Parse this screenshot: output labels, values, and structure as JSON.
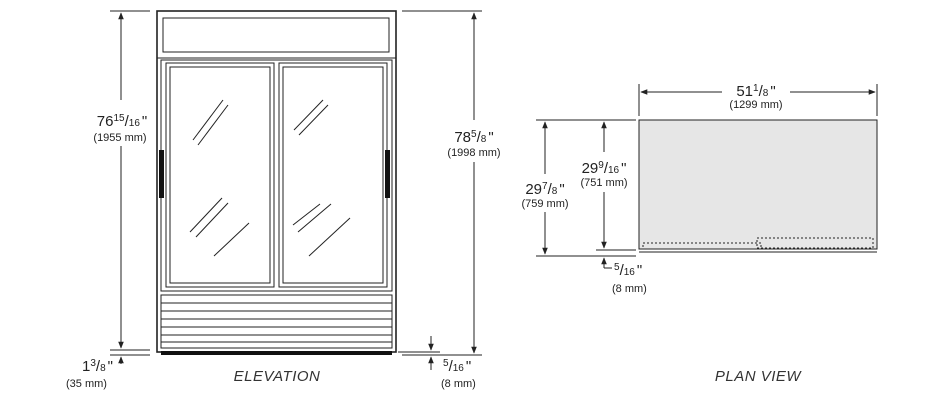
{
  "elevation": {
    "caption": "ELEVATION",
    "height_inner": {
      "whole": "76",
      "num": "15",
      "den": "16",
      "mark": "\"",
      "mm": "(1955 mm)"
    },
    "height_total": {
      "whole": "78",
      "num": "5",
      "den": "8",
      "mark": "\"",
      "mm": "(1998 mm)"
    },
    "leg_height": {
      "whole": "1",
      "num": "3",
      "den": "8",
      "mark": "\"",
      "mm": "(35 mm)"
    },
    "foot_gap": {
      "whole": "",
      "num": "5",
      "den": "16",
      "mark": "\"",
      "mm": "(8 mm)"
    }
  },
  "plan": {
    "caption": "PLAN VIEW",
    "width": {
      "whole": "51",
      "num": "1",
      "den": "8",
      "mark": "\"",
      "mm": "(1299 mm)"
    },
    "depth_body": {
      "whole": "29",
      "num": "9",
      "den": "16",
      "mark": "\"",
      "mm": "(751 mm)"
    },
    "depth_total": {
      "whole": "29",
      "num": "7",
      "den": "8",
      "mark": "\"",
      "mm": "(759 mm)"
    },
    "door_offset": {
      "whole": "",
      "num": "5",
      "den": "16",
      "mark": "\"",
      "mm": "(8 mm)"
    }
  },
  "colors": {
    "line": "#222222",
    "cabinet_fill": "#e6e6e6",
    "base": "#111111"
  }
}
